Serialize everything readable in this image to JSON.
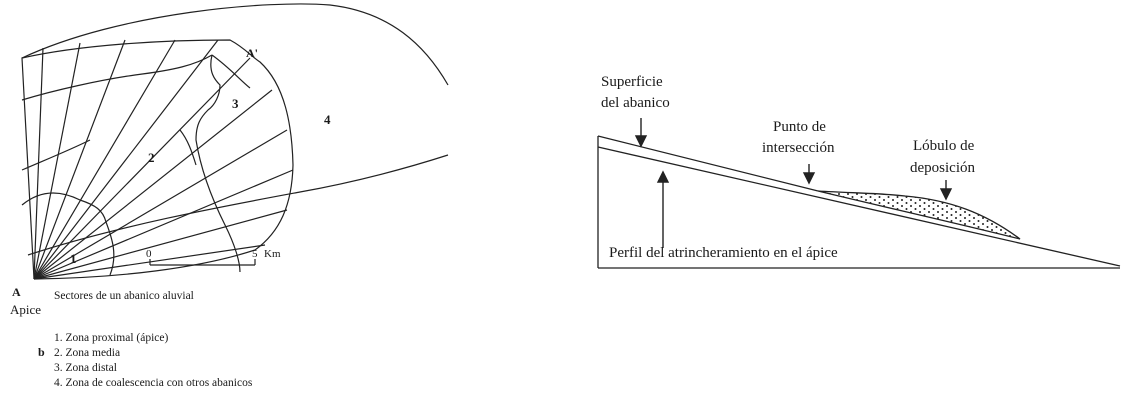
{
  "fan_map": {
    "point_a": "A",
    "point_a_prime": "A'",
    "apex_label": "Apice",
    "zone_numbers": [
      "1",
      "2",
      "3",
      "4"
    ],
    "scale": {
      "start": "0",
      "end": "5",
      "unit": "Km"
    }
  },
  "legend": {
    "title": "Sectores de un abanico aluvial",
    "panel_letter": "b",
    "items": [
      "1. Zona proximal (ápice)",
      "2. Zona media",
      "3. Zona distal",
      "4. Zona de coalescencia con otros abanicos"
    ]
  },
  "profile": {
    "surface_label_line1": "Superficie",
    "surface_label_line2": "del abanico",
    "intersection_label_line1": "Punto de",
    "intersection_label_line2": "intersección",
    "lobe_label_line1": "Lóbulo de",
    "lobe_label_line2": "deposición",
    "trench_label": "Perfil del atrincheramiento en el ápice"
  }
}
